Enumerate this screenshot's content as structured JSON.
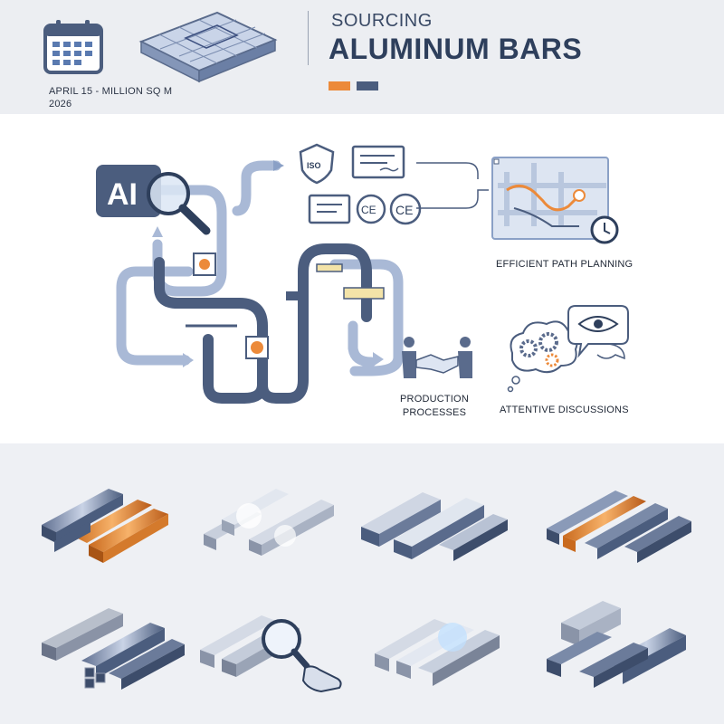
{
  "header": {
    "date_line1": "APRIL 15 - MILLION SQ M",
    "date_line2": "2026",
    "subtitle": "SOURCING",
    "title": "ALUMINUM BARS"
  },
  "colors": {
    "accent_orange": "#ec8a3a",
    "navy": "#4b5d7e",
    "light_blue": "#a9b9d6",
    "steel": "#5a6b8c"
  },
  "flow": {
    "ai_badge": "AI",
    "iso_badge": "ISO",
    "ce_badge_1": "CE",
    "ce_badge_2": "CE",
    "label_path": "EFFICIENT PATH PLANNING",
    "label_production": "PRODUCTION PROCESSES",
    "label_discussions": "ATTENTIVE DISCUSSIONS"
  },
  "icons": [
    "calendar-icon",
    "floor-tile-icon",
    "ai-magnifier-icon",
    "iso-shield-icon",
    "certificate-icon",
    "ce-mark-icon",
    "map-route-icon",
    "clock-icon",
    "handshake-icon",
    "thought-gears-icon",
    "eye-speech-icon",
    "aluminum-bars-icon",
    "magnifier-hand-icon"
  ]
}
